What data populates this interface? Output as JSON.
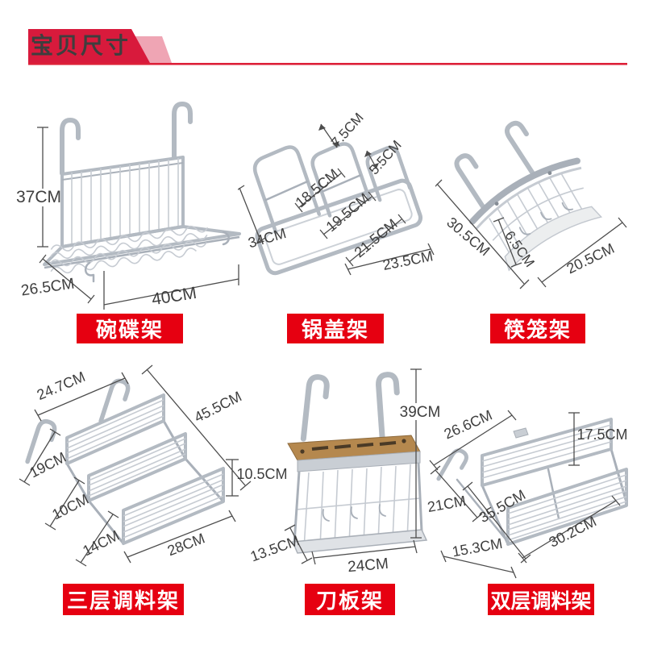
{
  "header": {
    "title": "宝贝尺寸",
    "banner_color": "#d81a3c",
    "banner_shadow_color": "#efa5b4",
    "underline_color": "#dd2038"
  },
  "label_plate_color": "#e60011",
  "unit": "CM",
  "products": [
    {
      "id": "dish-rack",
      "name": "碗碟架",
      "dims": [
        "37CM",
        "26.5CM",
        "40CM"
      ]
    },
    {
      "id": "pot-lid-rack",
      "name": "锅盖架",
      "dims": [
        "7.5CM",
        "5.5CM",
        "18.5CM",
        "19.5CM",
        "21.5CM",
        "34CM",
        "23.5CM"
      ]
    },
    {
      "id": "chopstick-cage-rack",
      "name": "筷笼架",
      "dims": [
        "30.5CM",
        "6.5CM",
        "20.5CM"
      ]
    },
    {
      "id": "three-layer-spice-rack",
      "name": "三层调料架",
      "dims": [
        "24.7CM",
        "45.5CM",
        "19CM",
        "10CM",
        "14CM",
        "28CM",
        "10.5CM"
      ]
    },
    {
      "id": "knife-board-rack",
      "name": "刀板架",
      "dims": [
        "39CM",
        "13.5CM",
        "24CM"
      ]
    },
    {
      "id": "double-layer-spice-rack",
      "name": "双层调料架",
      "dims": [
        "26.6CM",
        "17.5CM",
        "21CM",
        "35.5CM",
        "15.3CM",
        "30.2CM"
      ]
    }
  ]
}
